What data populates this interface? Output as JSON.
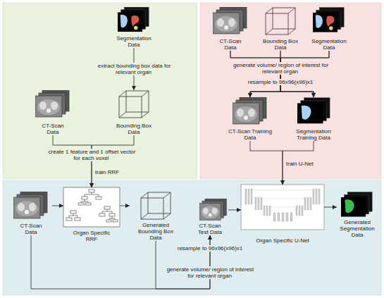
{
  "diagram": {
    "nodes": [
      {
        "text": [
          "Segmentation Data"
        ]
      },
      {
        "text": [
          "CT-Scan Data"
        ]
      },
      {
        "text": [
          "Bounding Box Data"
        ]
      },
      {
        "text": [
          "CT-Scan Data"
        ]
      },
      {
        "text": [
          "Bounding Box Data"
        ]
      },
      {
        "text": [
          "Segmentation Data"
        ]
      },
      {
        "text": [
          "CT-Scan Training Data"
        ]
      },
      {
        "text": [
          "Segmentation Training Data"
        ]
      },
      {
        "text": [
          "CT-Scan Data"
        ]
      },
      {
        "text": [
          "Organ Specific RRF"
        ]
      },
      {
        "text": [
          "Generated Bounding Box Data"
        ]
      },
      {
        "text": [
          "CT-Scan Test Data"
        ]
      },
      {
        "text": [
          "Organ Specific U-Net"
        ]
      },
      {
        "text": [
          "Generated Segmentation Data"
        ]
      }
    ],
    "edges": [
      {
        "from": 0,
        "to": 2,
        "arrow": "to",
        "label": "extract bounding box data for relevant organ"
      },
      {
        "from": 1,
        "to": 9,
        "arrow": "to"
      },
      {
        "from": 2,
        "to": 9,
        "arrow": "to"
      },
      {
        "from": 3,
        "to": 6,
        "arrow": "to"
      },
      {
        "from": 3,
        "to": 7,
        "arrow": "to"
      },
      {
        "from": 4,
        "to": 6,
        "arrow": "to"
      },
      {
        "from": 4,
        "to": 7,
        "arrow": "to"
      },
      {
        "from": 5,
        "to": 6,
        "arrow": "to"
      },
      {
        "from": 5,
        "to": 7,
        "arrow": "to"
      },
      {
        "from": 6,
        "to": 12,
        "arrow": "to"
      },
      {
        "from": 7,
        "to": 12,
        "arrow": "to"
      },
      {
        "from": 8,
        "to": 9,
        "arrow": "to"
      },
      {
        "from": 9,
        "to": 10,
        "arrow": "to"
      },
      {
        "from": 8,
        "to": 11,
        "arrow": "to"
      },
      {
        "from": 10,
        "to": 11,
        "arrow": "to"
      },
      {
        "from": 11,
        "to": 12,
        "arrow": "to"
      },
      {
        "from": 12,
        "to": 13,
        "arrow": "to"
      }
    ],
    "labels": [
      "create 1 feature and 1 offset vector for each voxel",
      "train RRF",
      "generate volume/ region of interest for relevant organ",
      "resample to 96x96(x96)x1",
      "train U-Net",
      "resample to 96x96(x96)x1",
      "generate volume/ region of interest for relevant organ"
    ]
  }
}
